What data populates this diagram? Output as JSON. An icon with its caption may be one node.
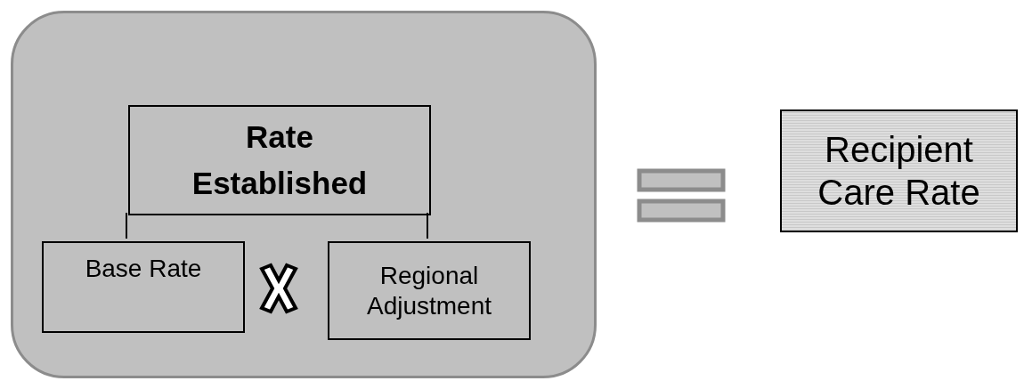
{
  "diagram": {
    "nodes": [
      {
        "text": [],
        "shape": "box"
      },
      {
        "text": [
          "Rate Established"
        ],
        "in": 0
      },
      {
        "text": [
          "Base Rate"
        ],
        "in": 0
      },
      {
        "text": [
          "Regional Adjustment"
        ],
        "in": 0
      },
      {
        "text": [
          "Recipient Care Rate"
        ]
      }
    ],
    "edges": [
      {
        "from": 1,
        "to": 2,
        "arrow": "none"
      },
      {
        "from": 1,
        "to": 3,
        "arrow": "none"
      }
    ]
  }
}
